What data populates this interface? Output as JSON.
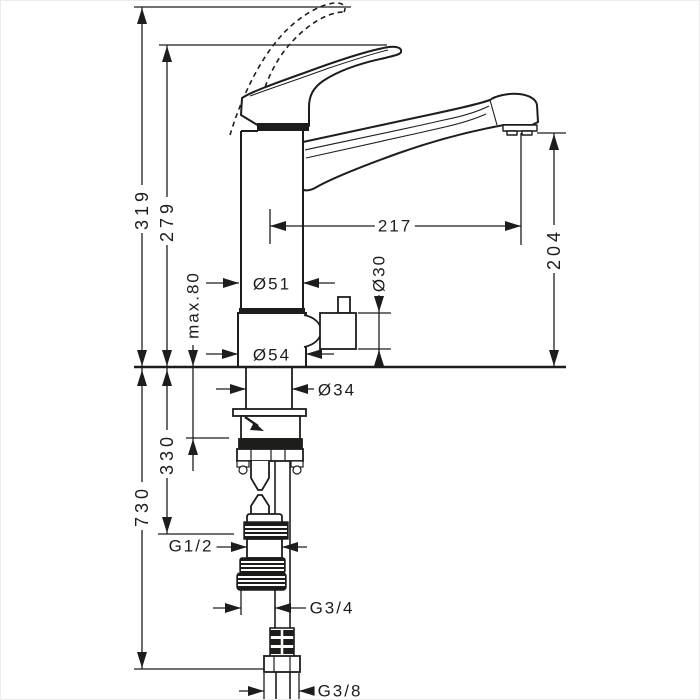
{
  "drawing_title": "kitchen-mixer-tap-technical-drawing",
  "colors": {
    "line": "#1d1d1b",
    "background": "#ffffff"
  },
  "dimensions": {
    "overall_height": "319",
    "height_to_handle_top": "279",
    "max_mounting_thickness": "max.80",
    "below_deck_length": "330",
    "overall_length_below": "730",
    "spout_reach": "217",
    "spout_outlet_height": "204",
    "body_diameter": "Ø51",
    "base_diameter": "Ø54",
    "shank_diameter": "Ø34",
    "side_port_diameter": "Ø30",
    "thread_supply": "G1/2",
    "thread_dishwasher": "G3/4",
    "thread_hose_end": "G3/8"
  }
}
